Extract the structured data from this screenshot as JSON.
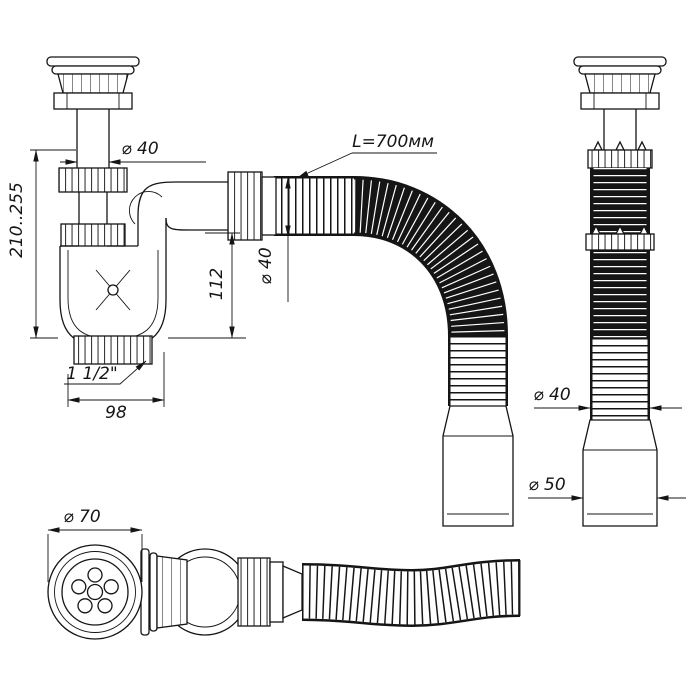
{
  "drawing": {
    "type": "technical-drawing",
    "subject": "sink drain siphon (trap) with flexible corrugated hose — three views",
    "colors": {
      "line": "#151515",
      "background": "#ffffff",
      "hose_dark": "#111111"
    },
    "dims": {
      "outlet_diameter": "⌀ 40",
      "height_range": "210..255",
      "trap_depth": "112",
      "trap_width": "98",
      "thread_size": "1 1/2\"",
      "hose_length": "L=700мм",
      "hose_diameter": "⌀ 40",
      "side_hose_diameter": "⌀ 40",
      "side_cuff_diameter": "⌀ 50",
      "grate_diameter": "⌀ 70"
    }
  }
}
